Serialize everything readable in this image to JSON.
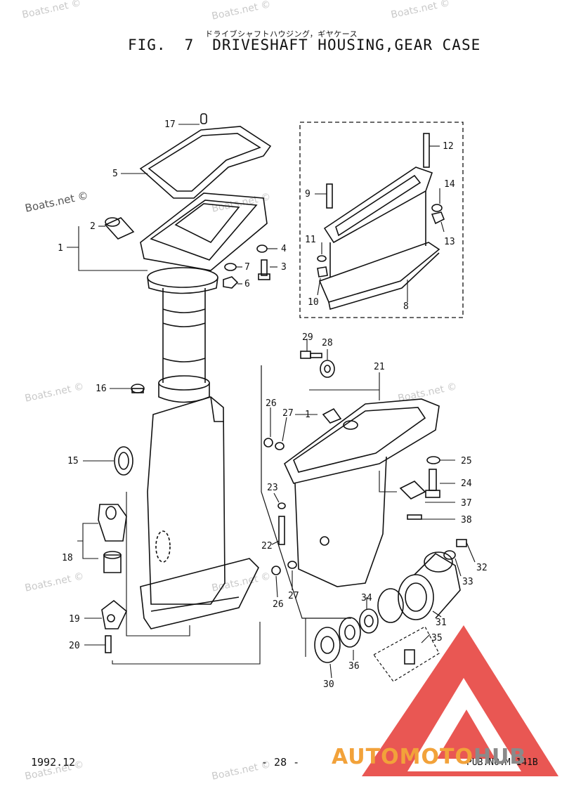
{
  "header": {
    "subtitle_jp": "ドライブシャフトハウジング，ギヤケース",
    "fig_label": "FIG.",
    "fig_number": "7",
    "title": "DRIVESHAFT HOUSING,GEAR CASE"
  },
  "watermark": "Boats.net ©",
  "footer": {
    "date": "1992.12",
    "page": "- 28 -",
    "pub_no": "PUB.NO.M-141B"
  },
  "brand": {
    "part1": "AUTOMOTO",
    "part2": "HUB",
    "color_primary": "#e53935",
    "color_accent": "#f2a23a"
  },
  "callouts": [
    "17",
    "5",
    "2",
    "1",
    "4",
    "7",
    "3",
    "6",
    "12",
    "9",
    "14",
    "11",
    "13",
    "10",
    "8",
    "29",
    "28",
    "21",
    "16",
    "1",
    "26",
    "27",
    "15",
    "25",
    "24",
    "23",
    "37",
    "38",
    "18",
    "22",
    "32",
    "33",
    "26",
    "27",
    "34",
    "31",
    "19",
    "35",
    "20",
    "30",
    "36"
  ],
  "icons": [
    "driveshaft-housing-drawing",
    "gear-case-drawing",
    "triangle-logo-icon"
  ]
}
